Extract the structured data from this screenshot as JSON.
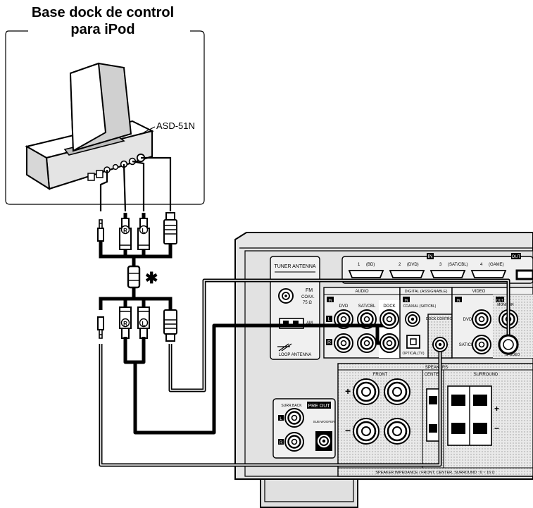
{
  "dock": {
    "title_line1": "Base dock de control",
    "title_line2": "para iPod",
    "model": "ASD-51N",
    "plug_r": "R",
    "plug_l": "L",
    "ferrite_mark": "✱"
  },
  "receiver": {
    "tuner_antenna": "TUNER ANTENNA",
    "fm": "FM",
    "coax": "COAX.",
    "ohm75": "75 Ω",
    "am": "AM",
    "loop_antenna": "LOOP ANTENNA",
    "hdmi_in": "IN",
    "hdmi_out": "OUT",
    "hdmi_ports": [
      "1",
      "(BD)",
      "2",
      "(DVD)",
      "3",
      "(SAT/CBL)",
      "4",
      "(GAME)"
    ],
    "audio": "AUDIO",
    "audio_in": "IN",
    "dvd": "DVD",
    "sat_cbl": "SAT/CBL",
    "dock": "DOCK",
    "ch_l": "L",
    "ch_r": "R",
    "digital": "DIGITAL (ASSIGNABLE)",
    "coaxial": "COAXIAL (SAT/CBL)",
    "optical": "OPTICAL(TV)",
    "dock_control": "DOCK CONTROL",
    "video": "VIDEO",
    "video_in": "IN",
    "video_out": "OUT",
    "monitor": "MONITOR",
    "video_dvd": "DVD",
    "video_sat": "SAT/CBL",
    "s_video": "S-VIDEO",
    "speakers": "SPEAKERS",
    "front": "FRONT",
    "center": "CENTER",
    "surround": "SURROUND",
    "plus": "+",
    "minus": "−",
    "surr_back": "SURR.BACK",
    "pre_out": "PRE OUT",
    "subwoofer": "SUB WOOFER",
    "impedance": "SPEAKER IMPEDANCE / FRONT, CENTER, SURROUND : 6 ~ 16 Ω"
  }
}
